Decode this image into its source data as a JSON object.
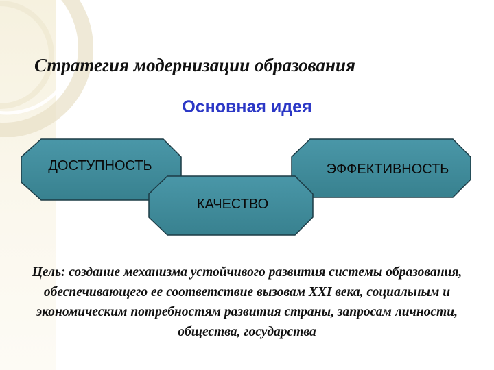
{
  "slide": {
    "title": "Стратегия модернизации образования",
    "subtitle": "Основная идея",
    "boxes": {
      "access": "ДОСТУПНОСТЬ",
      "quality": "КАЧЕСТВО",
      "efficiency": "ЭФФЕКТИВНОСТЬ"
    },
    "goal_text": "Цель: создание механизма устойчивого развития системы образования, обеспечивающего ее соответствие вызовам XXI века, социальным и экономическим потребностям развития страны, запросам личности, общества, государства"
  },
  "colors": {
    "box_fill": "#3f8a9a",
    "box_stroke": "#1c3b45",
    "subtitle": "#2b37c6",
    "panel": "#f6f1df"
  }
}
